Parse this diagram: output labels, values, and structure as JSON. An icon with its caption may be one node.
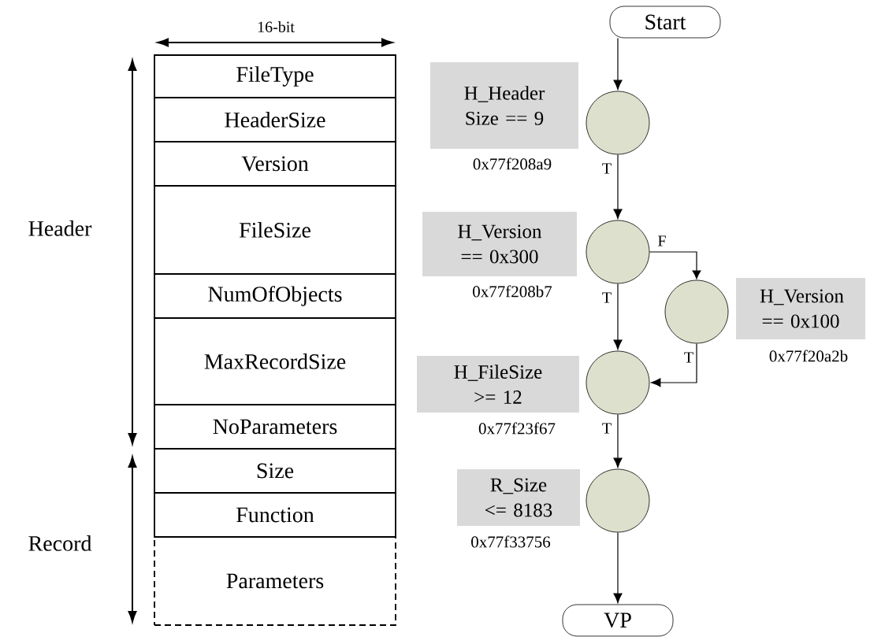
{
  "diagram": {
    "nodes": [
      {
        "text": [
          "FileType"
        ]
      },
      {
        "text": [
          "HeaderSize"
        ]
      },
      {
        "text": [
          "Version"
        ]
      },
      {
        "text": [
          "FileSize"
        ]
      },
      {
        "text": [
          "NumOfObjects"
        ]
      },
      {
        "text": [
          "MaxRecordSize"
        ]
      },
      {
        "text": [
          "NoParameters"
        ]
      },
      {
        "text": [
          "Size"
        ]
      },
      {
        "text": [
          "Function"
        ]
      },
      {
        "text": [
          "Parameters"
        ]
      },
      {
        "text": [
          "Start"
        ]
      },
      {
        "text": [],
        "shape": "circle"
      },
      {
        "text": [
          "H_Header Size == 9"
        ],
        "beside": [
          "0x77f208a9"
        ]
      },
      {
        "text": [],
        "shape": "circle"
      },
      {
        "text": [
          "H_Version == 0x300"
        ],
        "beside": [
          "0x77f208b7"
        ]
      },
      {
        "text": [],
        "shape": "circle"
      },
      {
        "text": [
          "H_Version == 0x100"
        ],
        "beside": [
          "0x77f20a2b"
        ]
      },
      {
        "text": [],
        "shape": "circle"
      },
      {
        "text": [
          "H_FileSize >= 12"
        ],
        "beside": [
          "0x77f23f67"
        ]
      },
      {
        "text": [],
        "shape": "circle"
      },
      {
        "text": [
          "R_Size <= 8183"
        ],
        "beside": [
          "0x77f33756"
        ]
      },
      {
        "text": [
          "VP"
        ]
      }
    ],
    "edges": [
      {
        "from": 10,
        "to": 11,
        "arrow": "to"
      },
      {
        "from": 11,
        "to": 13,
        "arrow": "to",
        "label": "T"
      },
      {
        "from": 13,
        "to": 15,
        "arrow": "to",
        "label": "F"
      },
      {
        "from": 13,
        "to": 17,
        "arrow": "to",
        "label": "T"
      },
      {
        "from": 15,
        "to": 17,
        "arrow": "to",
        "label": "T"
      },
      {
        "from": 17,
        "to": 19,
        "arrow": "to",
        "label": "T"
      },
      {
        "from": 19,
        "to": 21,
        "arrow": "to"
      }
    ],
    "labels": [
      "16-bit",
      "Header",
      "Record"
    ]
  }
}
